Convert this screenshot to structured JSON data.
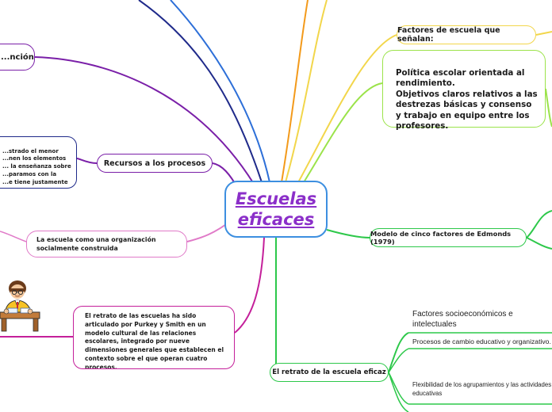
{
  "central": {
    "line1": "Escuelas",
    "line2": "eficaces"
  },
  "nodes": {
    "factores_senalan": "Factores de escuela que señalan:",
    "politica": "Política escolar orientada al rendimiento.\nObjetivos claros relativos a las destrezas básicas y consenso y trabajo en equipo entre los profesores.",
    "edmonds": "Modelo de cinco factores de Edmonds (1979)",
    "retrato_eficaz": "El retrato de la escuela eficaz",
    "socioeconomicos": "Factores socioeconómicos e intelectuales",
    "cambio": "Procesos de cambio educativo y organizativo.",
    "flexibilidad": "Flexibilidad de los agrupamientos y las actividades educativas",
    "recursos": "Recursos a los procesos",
    "recursos_desc": "...strado el menor\n...nen los elementos\n... la enseñanza sobre\n...paramos con la\n...e tiene justamente\n...ursos.",
    "organizacion": "La escuela como una organización socialmente construida",
    "purkey": "El retrato de las escuelas ha sido articulado por Purkey y Smith en un modelo cultural de las relaciones escolares, integrado por nueve dimensiones generales que establecen el contexto sobre el que operan cuatro procesos.",
    "atencion": "...nción"
  },
  "colors": {
    "central_border": "#3d8fe0",
    "central_text": "#8b2fc9",
    "blue": "#2d6fd8",
    "dark_blue": "#1f2a8a",
    "orange": "#f39a1b",
    "yellow": "#f2d64b",
    "light_green": "#9be34a",
    "green": "#2dc84a",
    "purple": "#7a1fa8",
    "magenta": "#c41f9a",
    "pink": "#e07ac8"
  },
  "icons": [
    "teacher-at-desk-icon"
  ]
}
